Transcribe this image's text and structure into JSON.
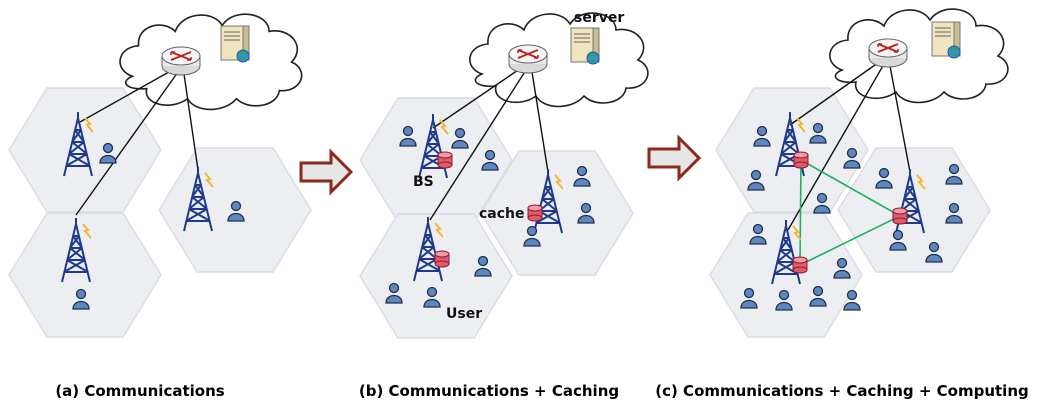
{
  "panels": [
    {
      "caption": "(a) Communications",
      "labels": []
    },
    {
      "caption": "(b) Communications + Caching",
      "labels": [
        {
          "key": "server",
          "text": "server"
        },
        {
          "key": "bs",
          "text": "BS"
        },
        {
          "key": "cache",
          "text": "cache"
        },
        {
          "key": "user",
          "text": "User"
        }
      ]
    },
    {
      "caption": "(c) Communications + Caching + Computing",
      "labels": []
    }
  ],
  "colors": {
    "hexagon_fill": "#eceef2",
    "hexagon_stroke": "#d9dce3",
    "cloud_stroke": "#222222",
    "tower": "#1f3a8a",
    "user": "#5f87bf",
    "cache": "#e15a6a",
    "arrow_fill": "#e6e6e6",
    "arrow_stroke": "#8b2a1a",
    "link_green": "#22b060",
    "lightning": "#f2b830"
  },
  "icons": [
    "cloud-icon",
    "router-icon",
    "server-icon",
    "tower-icon",
    "user-icon",
    "cache-icon",
    "arrow-icon"
  ]
}
